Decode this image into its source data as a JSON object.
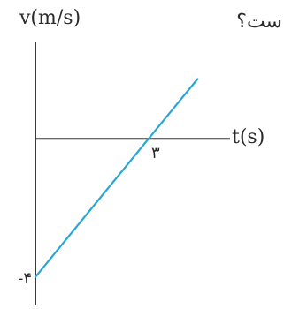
{
  "question_fragment": "ست؟",
  "colors": {
    "axis": "#3a3a3a",
    "line": "#2aa6d6",
    "text": "#2a2a2a"
  },
  "chart_data": {
    "type": "line",
    "title": "",
    "xlabel": "t(s)",
    "ylabel": "v(m/s)",
    "x_ticks": [
      {
        "value": 3,
        "label": "۳"
      }
    ],
    "y_ticks": [
      {
        "value": -4,
        "label": "-۴"
      }
    ],
    "series": [
      {
        "x": [
          0,
          3,
          4.3
        ],
        "values": [
          -4,
          0,
          1.73
        ]
      }
    ],
    "xlim": [
      0,
      6.1
    ],
    "ylim": [
      -4.9,
      3.25
    ],
    "grid": false,
    "legend": "none"
  }
}
